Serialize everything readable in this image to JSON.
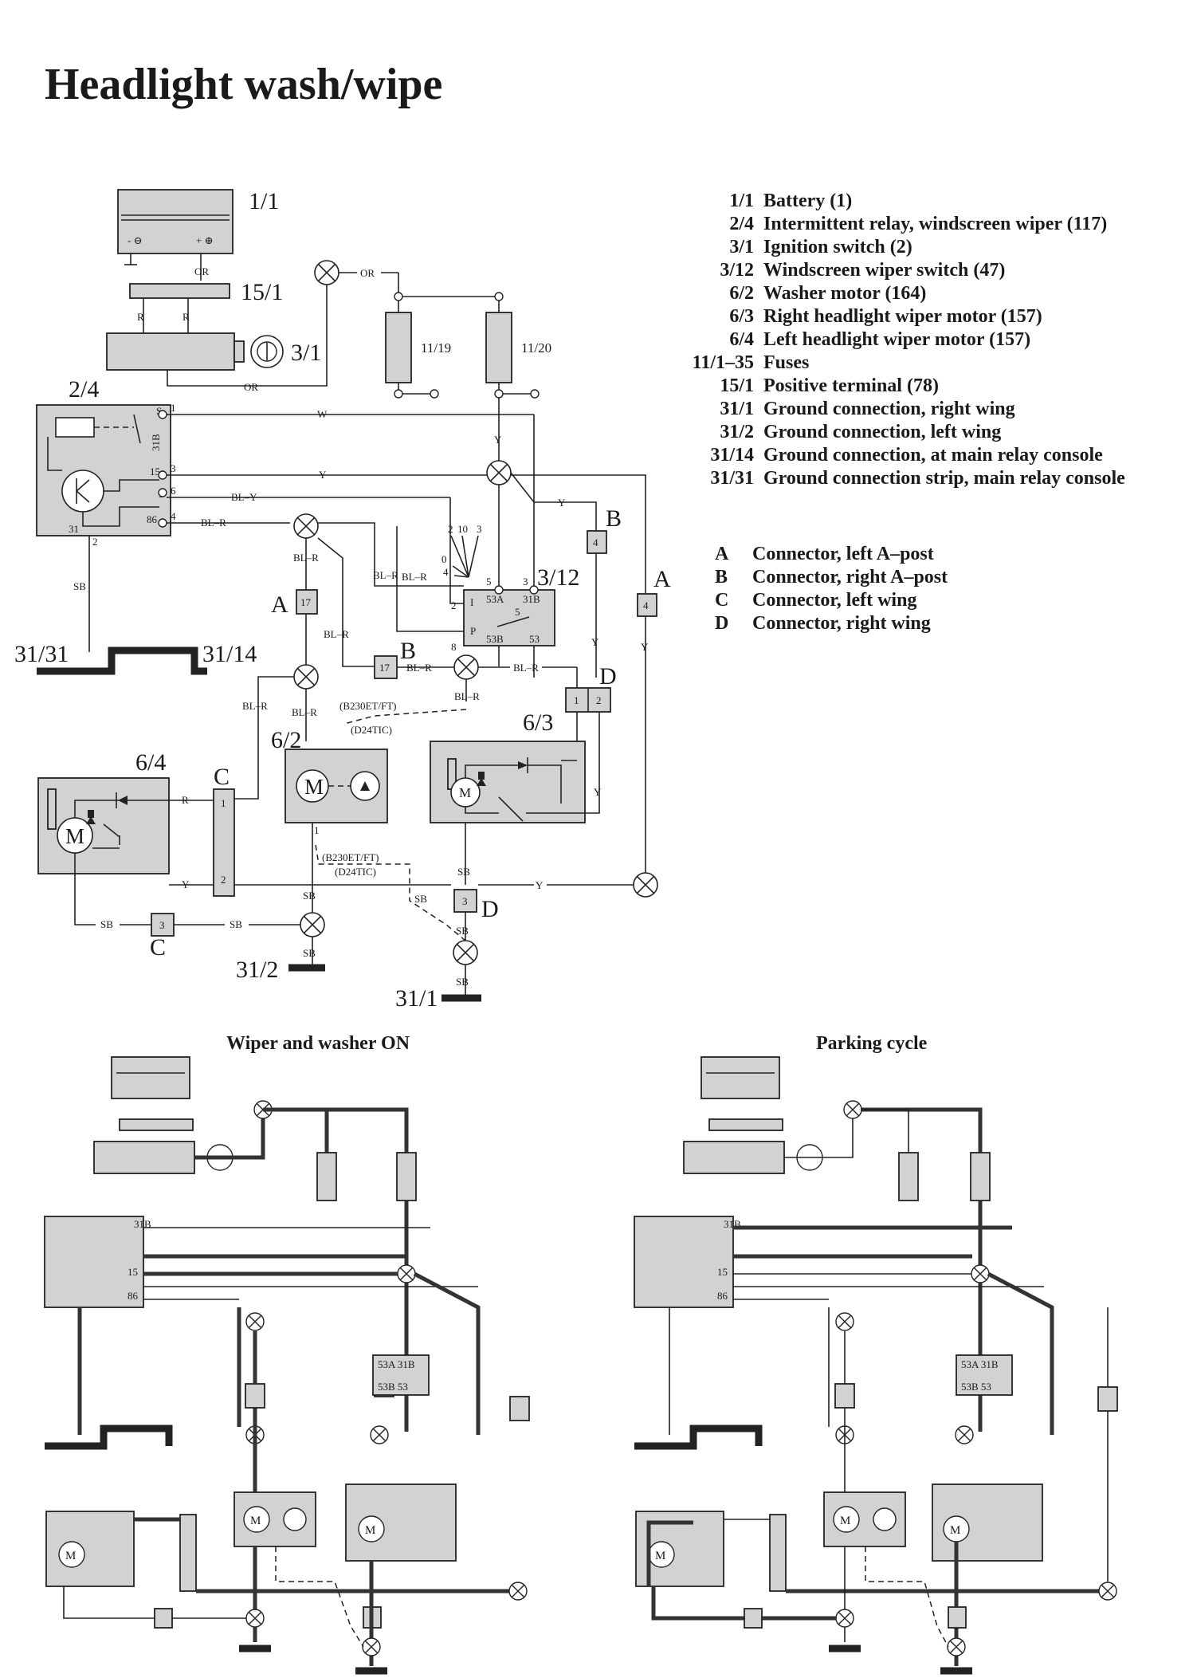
{
  "title": "Headlight wash/wipe",
  "legend": [
    {
      "code": "1/1",
      "text": "Battery (1)"
    },
    {
      "code": "2/4",
      "text": "Intermittent relay, windscreen wiper (117)"
    },
    {
      "code": "3/1",
      "text": "Ignition switch (2)"
    },
    {
      "code": "3/12",
      "text": "Windscreen wiper switch (47)"
    },
    {
      "code": "6/2",
      "text": "Washer motor (164)"
    },
    {
      "code": "6/3",
      "text": "Right headlight wiper motor (157)"
    },
    {
      "code": "6/4",
      "text": "Left headlight wiper motor (157)"
    },
    {
      "code": "11/1–35",
      "text": "Fuses"
    },
    {
      "code": "15/1",
      "text": "Positive terminal (78)"
    },
    {
      "code": "31/1",
      "text": "Ground connection, right wing"
    },
    {
      "code": "31/2",
      "text": "Ground connection, left wing"
    },
    {
      "code": "31/14",
      "text": "Ground connection, at main relay console"
    },
    {
      "code": "31/31",
      "text": "Ground connection strip, main relay console"
    }
  ],
  "connectors": [
    {
      "code": "A",
      "text": "Connector, left A–post"
    },
    {
      "code": "B",
      "text": "Connector, right A–post"
    },
    {
      "code": "C",
      "text": "Connector, left wing"
    },
    {
      "code": "D",
      "text": "Connector, right wing"
    }
  ],
  "components": {
    "battery": "1/1",
    "positive_terminal": "15/1",
    "ignition_switch": "3/1",
    "relay": "2/4",
    "fuse_a": "11/19",
    "fuse_b": "11/20",
    "wiper_switch": "3/12",
    "washer_motor": "6/2",
    "right_wiper": "6/3",
    "left_wiper": "6/4",
    "ground_strip": "31/31",
    "ground_console": "31/14",
    "ground_left": "31/2",
    "ground_right": "31/1",
    "motor_symbol": "M"
  },
  "wire_colors": {
    "or": "OR",
    "r": "R",
    "w": "W",
    "y": "Y",
    "bly": "BL–Y",
    "blr": "BL–R",
    "sb": "SB"
  },
  "pins": {
    "s": "S",
    "p31b": "31B",
    "p15": "15",
    "p86": "86",
    "p31": "31",
    "n1": "1",
    "n2": "2",
    "n3": "3",
    "n4": "4",
    "n5": "5",
    "n6": "6",
    "n8": "8",
    "n0": "0",
    "n10": "10",
    "n17": "17",
    "i": "I",
    "p": "P",
    "p53a": "53A",
    "p53b": "53B",
    "p53": "53"
  },
  "connector_letters": {
    "a": "A",
    "b": "B",
    "c": "C",
    "d": "D"
  },
  "variant_notes": {
    "b230": "(B230ET/FT)",
    "d24": "(D24TIC)"
  },
  "panels": {
    "left": "Wiper and washer ON",
    "right": "Parking cycle"
  }
}
